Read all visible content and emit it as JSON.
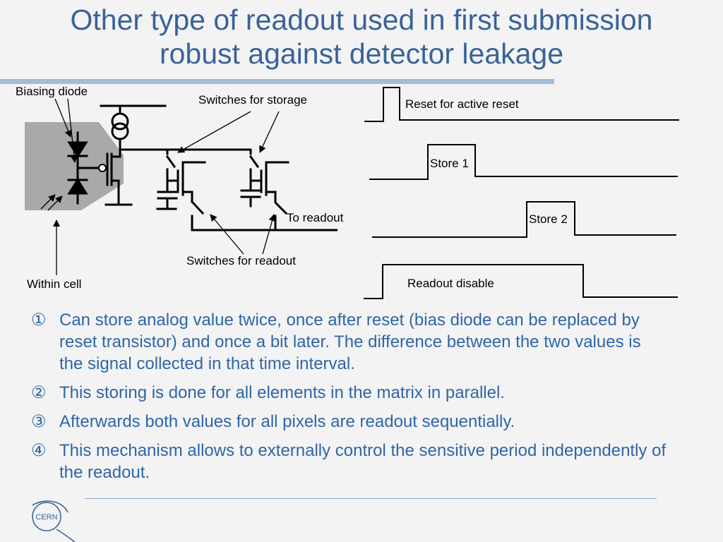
{
  "title": {
    "line1": "Other type of readout used in first submission",
    "line2": "robust against detector leakage"
  },
  "circuit": {
    "biasing_diode": "Biasing diode",
    "switches_storage": "Switches for storage",
    "to_readout": "To readout",
    "switches_readout": "Switches for readout",
    "within_cell": "Within cell"
  },
  "timing": {
    "reset": "Reset for active reset",
    "store1": "Store 1",
    "store2": "Store 2",
    "readout_disable": "Readout disable"
  },
  "bullets": [
    {
      "num": "①",
      "text": "Can store analog value twice, once after reset (bias diode can be replaced by reset transistor) and once a bit later. The difference between the two values is the signal collected in that time interval."
    },
    {
      "num": "②",
      "text": "This storing is done for all elements in the matrix in parallel."
    },
    {
      "num": "③",
      "text": "Afterwards both values for all pixels are readout sequentially."
    },
    {
      "num": "④",
      "text": "This mechanism allows to  externally control the sensitive period independently of the readout."
    }
  ],
  "footer": {
    "logo_text": "CERN"
  },
  "colors": {
    "title": "#3a6397",
    "bullet_text": "#2f66a6",
    "accent_rule": "#a5bbd6",
    "cell_fill": "#a9a9a9"
  }
}
